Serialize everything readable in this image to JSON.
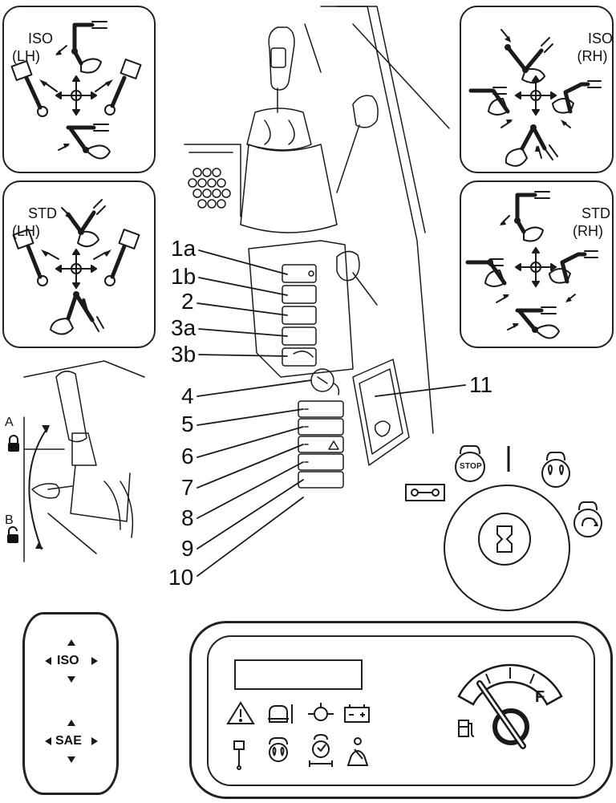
{
  "panels": {
    "iso_lh": {
      "line1": "ISO",
      "line2": "(LH)"
    },
    "iso_rh": {
      "line1": "ISO",
      "line2": "(RH)"
    },
    "std_lh": {
      "line1": "STD",
      "line2": "(LH)"
    },
    "std_rh": {
      "line1": "STD",
      "line2": "(RH)"
    }
  },
  "callouts": [
    "1a",
    "1b",
    "2",
    "3a",
    "3b",
    "4",
    "5",
    "6",
    "7",
    "8",
    "9",
    "10",
    "11"
  ],
  "lock": {
    "a": "A",
    "b": "B"
  },
  "ignition": {
    "stop": "STOP"
  },
  "rocker": {
    "top": "ISO",
    "bottom": "SAE"
  },
  "gauge": {
    "full": "F"
  }
}
